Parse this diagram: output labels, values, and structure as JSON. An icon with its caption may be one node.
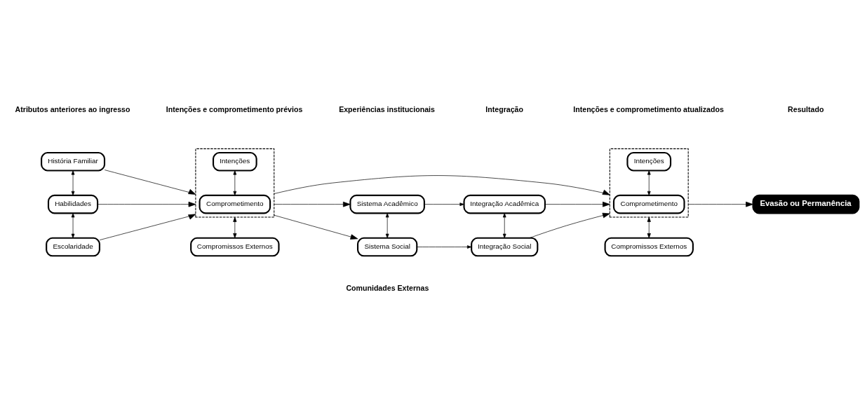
{
  "diagram": {
    "nodes": [
      {
        "text": [
          "História Familiar"
        ]
      },
      {
        "text": [
          "Habilidades"
        ]
      },
      {
        "text": [
          "Escolaridade"
        ]
      },
      {
        "text": [],
        "shape": "box"
      },
      {
        "text": [
          "Intenções"
        ],
        "in": 3
      },
      {
        "text": [
          "Comprometimento"
        ],
        "in": 3
      },
      {
        "text": [
          "Compromissos Externos"
        ]
      },
      {
        "text": [
          "Sistema Acadêmico"
        ]
      },
      {
        "text": [
          "Sistema Social"
        ]
      },
      {
        "text": [
          "Integração Acadêmica"
        ]
      },
      {
        "text": [
          "Integração Social"
        ]
      },
      {
        "text": [],
        "shape": "box"
      },
      {
        "text": [
          "Intenções"
        ],
        "in": 11
      },
      {
        "text": [
          "Comprometimento"
        ],
        "in": 11
      },
      {
        "text": [
          "Compromissos Externos"
        ]
      },
      {
        "text": [
          "Evasão ou Permanência"
        ]
      }
    ],
    "edges": [
      {
        "from": 0,
        "to": 1,
        "arrow": "both"
      },
      {
        "from": 1,
        "to": 2,
        "arrow": "both"
      },
      {
        "from": 0,
        "to": 3,
        "arrow": "to"
      },
      {
        "from": 1,
        "to": 3,
        "arrow": "to"
      },
      {
        "from": 2,
        "to": 3,
        "arrow": "to"
      },
      {
        "from": 4,
        "to": 5,
        "arrow": "both"
      },
      {
        "from": 3,
        "to": 6,
        "arrow": "both"
      },
      {
        "from": 3,
        "to": 7,
        "arrow": "to"
      },
      {
        "from": 3,
        "to": 8,
        "arrow": "to"
      },
      {
        "from": 3,
        "to": 11,
        "arrow": "to"
      },
      {
        "from": 7,
        "to": 8,
        "arrow": "both"
      },
      {
        "from": 7,
        "to": 9,
        "arrow": "to"
      },
      {
        "from": 8,
        "to": 10,
        "arrow": "to"
      },
      {
        "from": 9,
        "to": 10,
        "arrow": "both"
      },
      {
        "from": 9,
        "to": 11,
        "arrow": "to"
      },
      {
        "from": 10,
        "to": 11,
        "arrow": "to"
      },
      {
        "from": 12,
        "to": 13,
        "arrow": "both"
      },
      {
        "from": 11,
        "to": 14,
        "arrow": "both"
      },
      {
        "from": 11,
        "to": 15,
        "arrow": "to"
      }
    ],
    "labels": [
      "Atributos anteriores ao ingresso",
      "Intenções e comprometimento prévios",
      "Experiências institucionais",
      "Integração",
      "Intenções e comprometimento atualizados",
      "Resultado",
      "Comunidades Externas"
    ]
  }
}
